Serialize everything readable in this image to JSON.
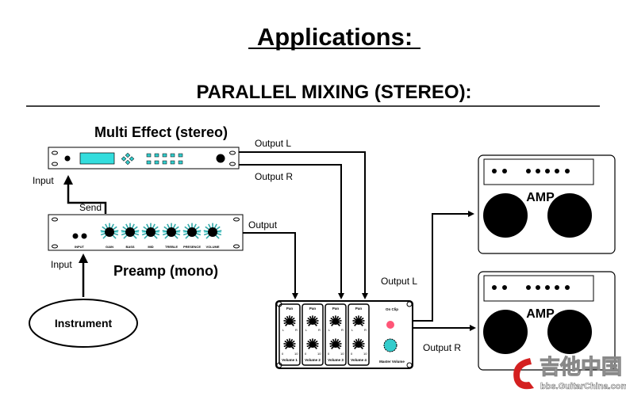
{
  "title": "Applications:",
  "subtitle": "PARALLEL MIXING (STEREO):",
  "multi_effect": {
    "label": "Multi Effect (stereo)"
  },
  "preamp": {
    "label": "Preamp (mono)",
    "controls": [
      "INPUT",
      "GAIN",
      "BASS",
      "MID",
      "TREBLE",
      "PRESENCE",
      "VOLUME"
    ]
  },
  "instrument": {
    "label": "Instrument"
  },
  "connections": {
    "input_multi": "Input",
    "send": "Send",
    "input_preamp": "Input",
    "output_l": "Output L",
    "output_r": "Output R",
    "output": "Output",
    "mixer_output_l": "Output L",
    "mixer_output_r": "Output R"
  },
  "mixer": {
    "pan_label": "Pan",
    "pan_scale": [
      "L",
      "R"
    ],
    "volume_scale": [
      "0",
      "10"
    ],
    "channels": [
      "Volume 1",
      "Volume 2",
      "Volume 3",
      "Volume 4"
    ],
    "clip_label": "On Clip",
    "master_label": "Master Volume"
  },
  "amps": [
    {
      "label": "AMP"
    },
    {
      "label": "AMP"
    }
  ],
  "watermark": {
    "text": "吉他中国",
    "url_text": "bbs.GuitarChina.com"
  },
  "colors": {
    "display": "#33dddd",
    "button": "#33cccc",
    "clip_led": "#ff5577",
    "watermark_red": "#d42020"
  }
}
